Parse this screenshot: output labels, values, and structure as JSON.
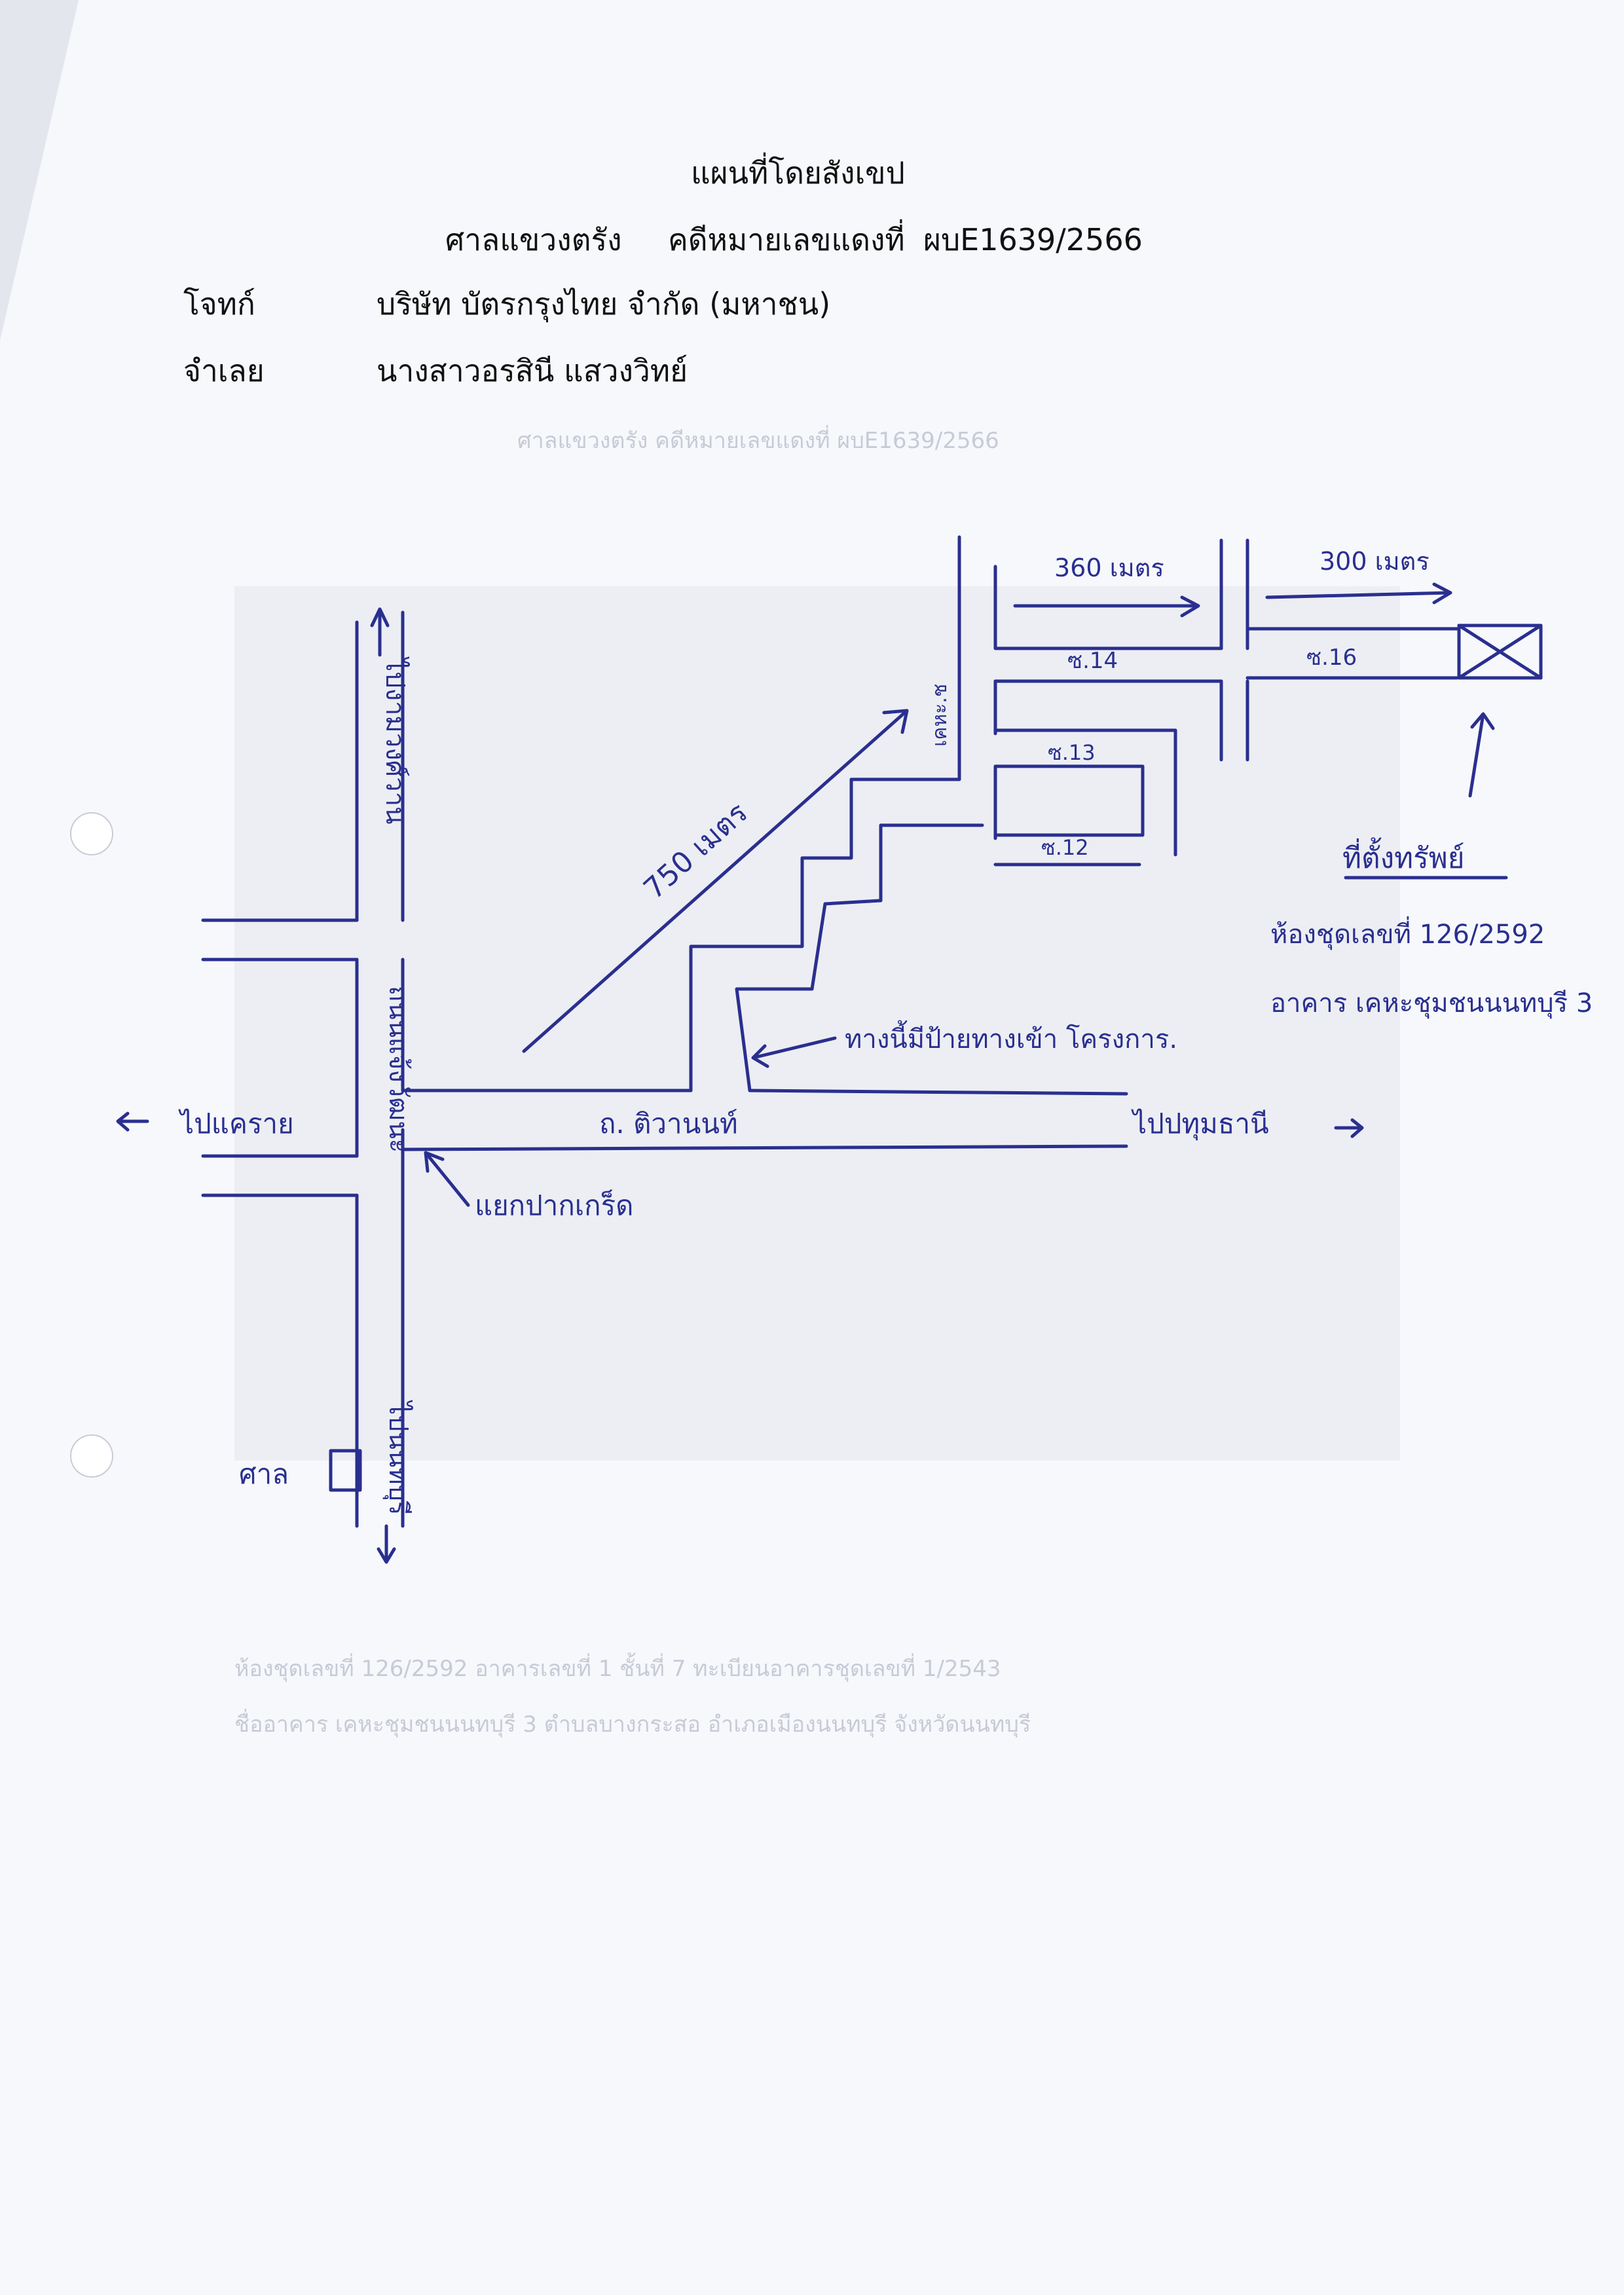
{
  "header": {
    "title": "แผนที่โดยสังเขป",
    "court": "ศาลแขวงตรัง",
    "case_label": "คดีหมายเลขแดงที่",
    "case_number": "ผบE1639/2566",
    "plaintiff_label": "โจทก์",
    "plaintiff": "บริษัท บัตรกรุงไทย จำกัด (มหาชน)",
    "defendant_label": "จำเลย",
    "defendant": "นางสาวอรสินี แสวงวิทย์"
  },
  "show_through": {
    "line1": "ศาลแขวงตรัง คดีหมายเลขแดงที่ ผบE1639/2566",
    "line2": "ห้องชุดเลขที่ 126/2592 อาคารเลขที่ 1 ชั้นที่ 7 ทะเบียนอาคารชุดเลขที่ 1/2543",
    "line3": "ชื่ออาคาร เคหะชุมชนนนทบุรี 3 ตำบลบางกระสอ อำเภอเมืองนนทบุรี จังหวัดนนทบุรี"
  },
  "map": {
    "to_north": "ไปงามวงศ์วาน",
    "main_road": "ถนนแจ้งวัฒนะ",
    "to_south": "ไปนนทบุรี",
    "to_west": "ไปแคราย",
    "junction": "แยกปากเกร็ด",
    "side_road": "ถ. ติวานนท์",
    "to_east": "ไปปทุมธานี",
    "distance_1": "750 เมตร",
    "distance_2": "360 เมตร",
    "distance_3": "300 เมตร",
    "soi_12": "ซ.12",
    "soi_13": "ซ.13",
    "soi_14": "ซ.14",
    "soi_16": "ซ.16",
    "landmark": "ทางนี้มีป้ายทางเข้า โครงการ.",
    "community": "เคหะ.ช",
    "property_title": "ที่ตั้งทรัพย์",
    "property_unit": "ห้องชุดเลขที่ 126/2592",
    "property_building": "อาคาร เคหะชุมชนนนทบุรี 3",
    "office": "ศาล"
  },
  "colors": {
    "ink": "#2a2f8f",
    "print": "#111111",
    "paper": "#f7f8fc"
  }
}
